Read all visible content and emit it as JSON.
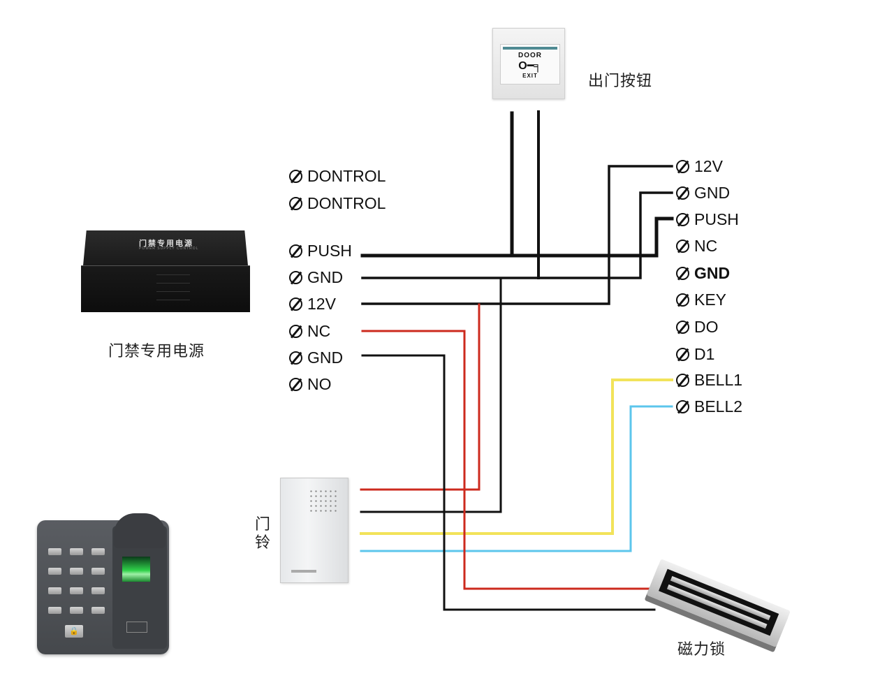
{
  "title": "门禁接线图",
  "colors": {
    "wire_black": "#111111",
    "wire_red": "#cc2a1e",
    "wire_yellow": "#f2e35a",
    "wire_blue": "#5cc6ec"
  },
  "exit_button": {
    "label": "出门按钮",
    "face_top": "DOOR",
    "face_icon": "key-icon",
    "face_key": "O━╕",
    "face_bottom": "EXIT"
  },
  "power_supply": {
    "label": "门禁专用电源",
    "device_title": "门禁专用电源",
    "device_subtitle": "POWER SUPPLY CONTROL",
    "terminals": [
      "DONTROL",
      "DONTROL",
      "PUSH",
      "GND",
      "12V",
      "NC",
      "GND",
      "NO"
    ]
  },
  "controller": {
    "terminals": [
      "12V",
      "GND",
      "PUSH",
      "NC",
      "GND",
      "KEY",
      "DO",
      "D1",
      "BELL1",
      "BELL2"
    ]
  },
  "doorbell": {
    "label_line1": "门",
    "label_line2": "铃"
  },
  "maglock": {
    "label": "磁力锁"
  },
  "fingerprint_reader": {
    "lock_icon": "🔒"
  },
  "connections": [
    {
      "from": "power_supply.PUSH",
      "to": "controller.PUSH",
      "color": "black"
    },
    {
      "from": "power_supply.PUSH",
      "to": "exit_button",
      "color": "black"
    },
    {
      "from": "power_supply.GND",
      "to": "controller.GND",
      "color": "black"
    },
    {
      "from": "power_supply.GND",
      "to": "exit_button",
      "color": "black"
    },
    {
      "from": "power_supply.12V",
      "to": "controller.12V",
      "color": "black"
    },
    {
      "from": "power_supply.12V",
      "to": "doorbell",
      "color": "red"
    },
    {
      "from": "power_supply.GND",
      "to": "doorbell",
      "color": "black"
    },
    {
      "from": "power_supply.NC",
      "to": "maglock",
      "color": "red"
    },
    {
      "from": "power_supply.GND",
      "to": "maglock",
      "color": "black"
    },
    {
      "from": "controller.BELL1",
      "to": "doorbell",
      "color": "yellow"
    },
    {
      "from": "controller.BELL2",
      "to": "doorbell",
      "color": "blue"
    }
  ]
}
